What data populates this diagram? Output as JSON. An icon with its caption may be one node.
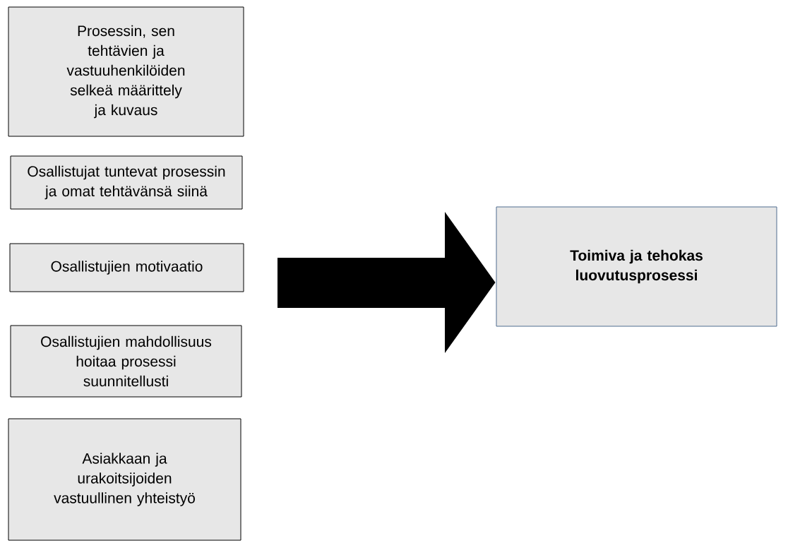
{
  "diagram": {
    "nodes": [
      {
        "text": [
          "Prosessin, sen tehtävien ja vastuuhenkilöiden selkeä määrittely ja kuvaus"
        ]
      },
      {
        "text": [
          "Osallistujat tuntevat prosessin ja omat tehtävänsä siinä"
        ]
      },
      {
        "text": [
          "Osallistujien motivaatio"
        ]
      },
      {
        "text": [
          "Osallistujien mahdollisuus hoitaa prosessi suunnitellusti"
        ]
      },
      {
        "text": [
          "Asiakkaan ja urakoitsijoiden vastuullinen yhteistyö"
        ]
      },
      {
        "text": [
          "Toimiva ja tehokas luovutusprosessi"
        ]
      }
    ],
    "edges": [
      {
        "from": null,
        "to": 5,
        "arrow": "to",
        "style": "thick"
      }
    ]
  }
}
